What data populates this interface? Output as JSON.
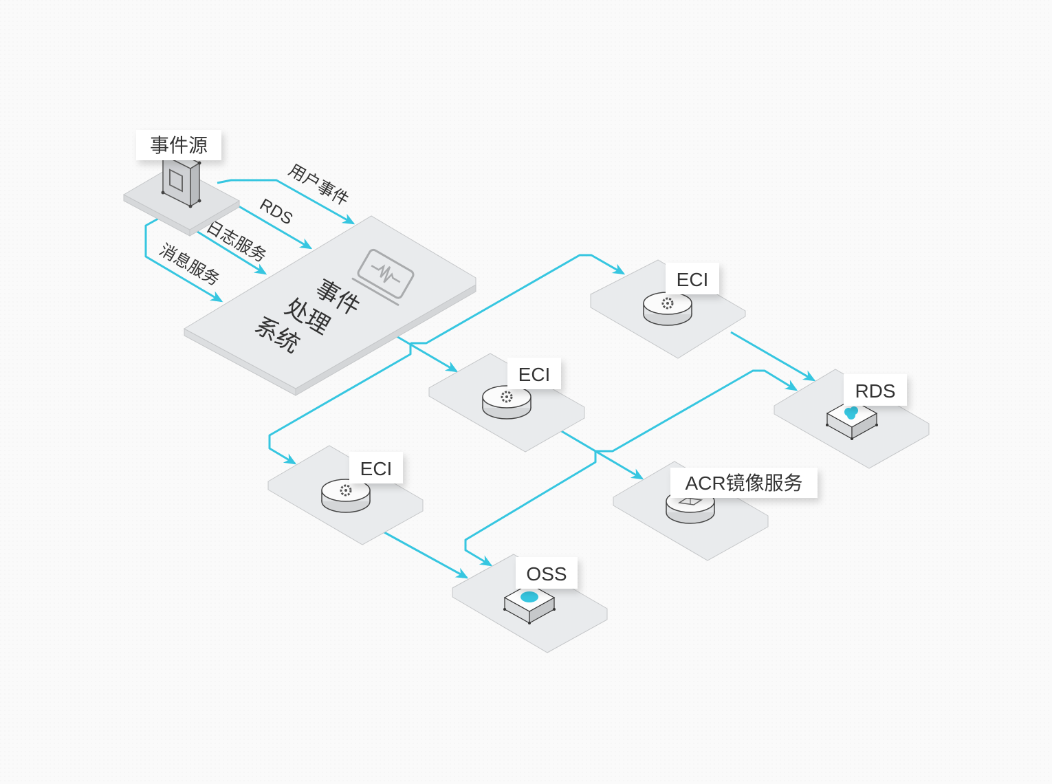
{
  "diagram": {
    "source": {
      "label": "事件源",
      "icon": "server-cabinet-icon"
    },
    "event_edges": [
      {
        "label": "用户事件"
      },
      {
        "label": "RDS"
      },
      {
        "label": "日志服务"
      },
      {
        "label": "消息服务"
      }
    ],
    "processor": {
      "line1": "事件",
      "line2": "处理",
      "line3": "系统",
      "icon": "waveform-monitor-icon"
    },
    "nodes": {
      "eci_top": {
        "label": "ECI",
        "icon": "gear-icon"
      },
      "eci_mid": {
        "label": "ECI",
        "icon": "gear-icon"
      },
      "eci_left": {
        "label": "ECI",
        "icon": "gear-icon"
      },
      "rds": {
        "label": "RDS",
        "icon": "cloud-database-icon"
      },
      "acr": {
        "label": "ACR镜像服务",
        "icon": "container-image-icon"
      },
      "oss": {
        "label": "OSS",
        "icon": "cloud-storage-icon"
      }
    },
    "colors": {
      "flow": "#36c6e0",
      "plate": "#e9ebed",
      "background": "#fafafa"
    }
  }
}
